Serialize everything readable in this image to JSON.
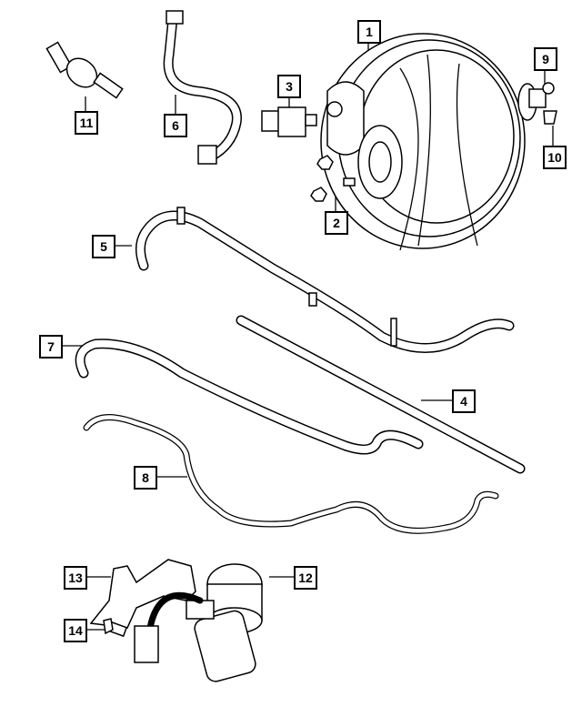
{
  "diagram": {
    "title": "Brake booster and vacuum pump parts diagram",
    "callouts": [
      {
        "id": "1",
        "label": "1",
        "part": "brake-booster"
      },
      {
        "id": "2",
        "label": "2",
        "part": "nut"
      },
      {
        "id": "3",
        "label": "3",
        "part": "vacuum-sensor"
      },
      {
        "id": "4",
        "label": "4",
        "part": "tube"
      },
      {
        "id": "5",
        "label": "5",
        "part": "vacuum-hose"
      },
      {
        "id": "6",
        "label": "6",
        "part": "hose"
      },
      {
        "id": "7",
        "label": "7",
        "part": "vacuum-hose"
      },
      {
        "id": "8",
        "label": "8",
        "part": "vacuum-line"
      },
      {
        "id": "9",
        "label": "9",
        "part": "check-valve"
      },
      {
        "id": "10",
        "label": "10",
        "part": "clip"
      },
      {
        "id": "11",
        "label": "11",
        "part": "check-valve"
      },
      {
        "id": "12",
        "label": "12",
        "part": "vacuum-pump"
      },
      {
        "id": "13",
        "label": "13",
        "part": "bracket"
      },
      {
        "id": "14",
        "label": "14",
        "part": "bolt"
      }
    ]
  }
}
